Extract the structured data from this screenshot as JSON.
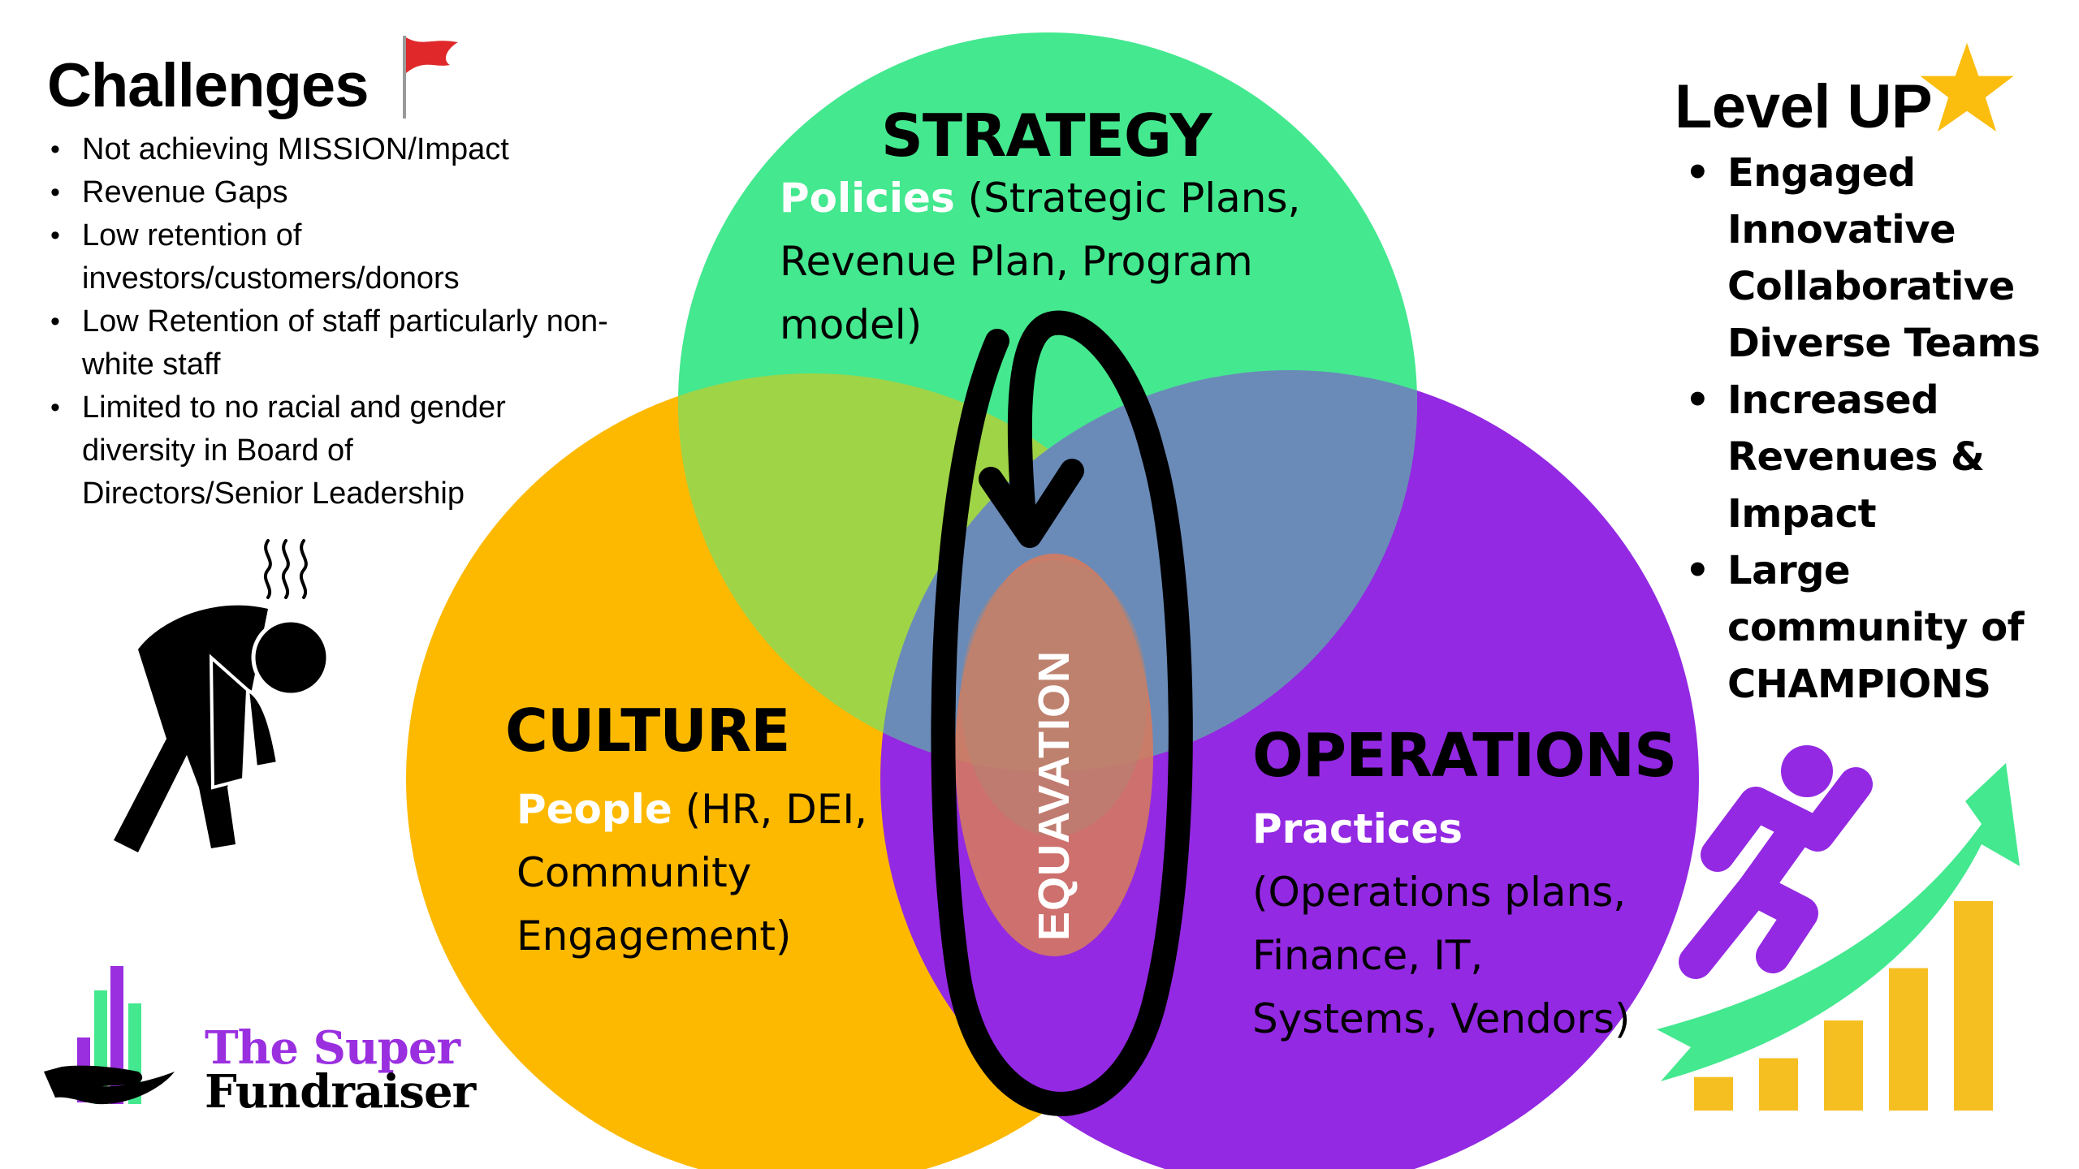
{
  "challenges": {
    "title": "Challenges",
    "items": [
      "Not achieving MISSION/Impact",
      "Revenue Gaps",
      "Low retention of investors/customers/donors",
      "Low Retention of staff particularly non-white staff",
      "Limited to no racial and gender diversity in Board of Directors/Senior Leadership"
    ],
    "icon": "red-flag-icon",
    "illustration": "exhausted-person-icon"
  },
  "venn": {
    "strategy": {
      "title": "STRATEGY",
      "highlight": "Policies",
      "details": "(Strategic Plans, Revenue Plan, Program model)",
      "color": "#44e88f"
    },
    "culture": {
      "title": "CULTURE",
      "highlight": "People",
      "details": "(HR, DEI, Community Engagement)",
      "color": "#fdb900"
    },
    "operations": {
      "title": "OPERATIONS",
      "highlight": "Practices",
      "details": "(Operations plans, Finance, IT, Systems, Vendors)",
      "color": "#9329e2"
    },
    "center": {
      "label": "EQUAVATION",
      "color": "#d67a5c"
    },
    "overlap_colors": {
      "strategy_culture": "#9fd447",
      "strategy_operations": "#6a8bb8"
    },
    "cycle_icon": "cycle-arrow-icon"
  },
  "level_up": {
    "title": "Level UP",
    "icon": "star-icon",
    "star_color": "#fbbd0e",
    "items": [
      "Engaged Innovative Collaborative Diverse Teams",
      "Increased Revenues & Impact",
      "Large community of CHAMPIONS"
    ],
    "illustration": "running-person-growth-chart-icon",
    "growth_bars_relative": [
      0.16,
      0.25,
      0.43,
      0.68,
      1.0
    ]
  },
  "logo": {
    "line1": "The Super",
    "line2": "Fundraiser",
    "purple": "#9a2fe0",
    "green": "#44e88f"
  }
}
